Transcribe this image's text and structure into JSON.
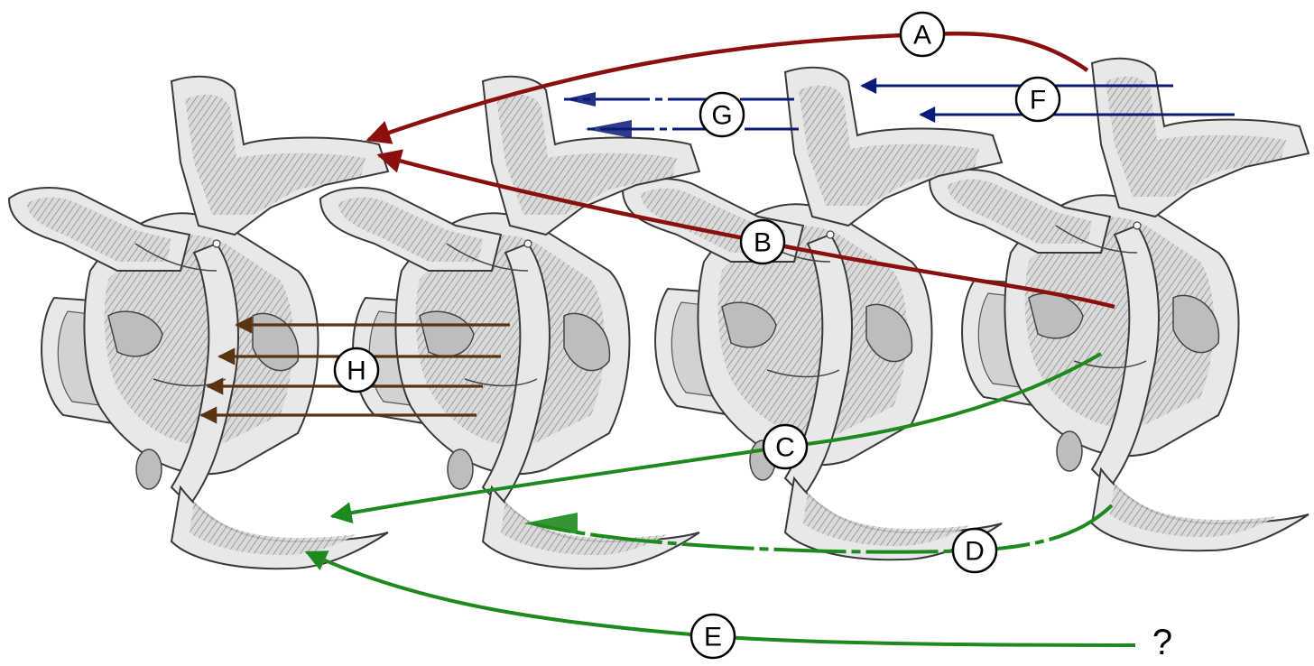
{
  "labels": {
    "a": "A",
    "b": "B",
    "c": "C",
    "d": "D",
    "e": "E",
    "f": "F",
    "g": "G",
    "h": "H",
    "question": "?"
  },
  "colors": {
    "red_arrow": "#8b0f0f",
    "blue_arrow": "#0a1a7a",
    "green_arrow": "#1e8a1e",
    "brown_arrow": "#5a3410",
    "bone_fill": "#e8e8e8",
    "outline": "#3a3a3a"
  }
}
